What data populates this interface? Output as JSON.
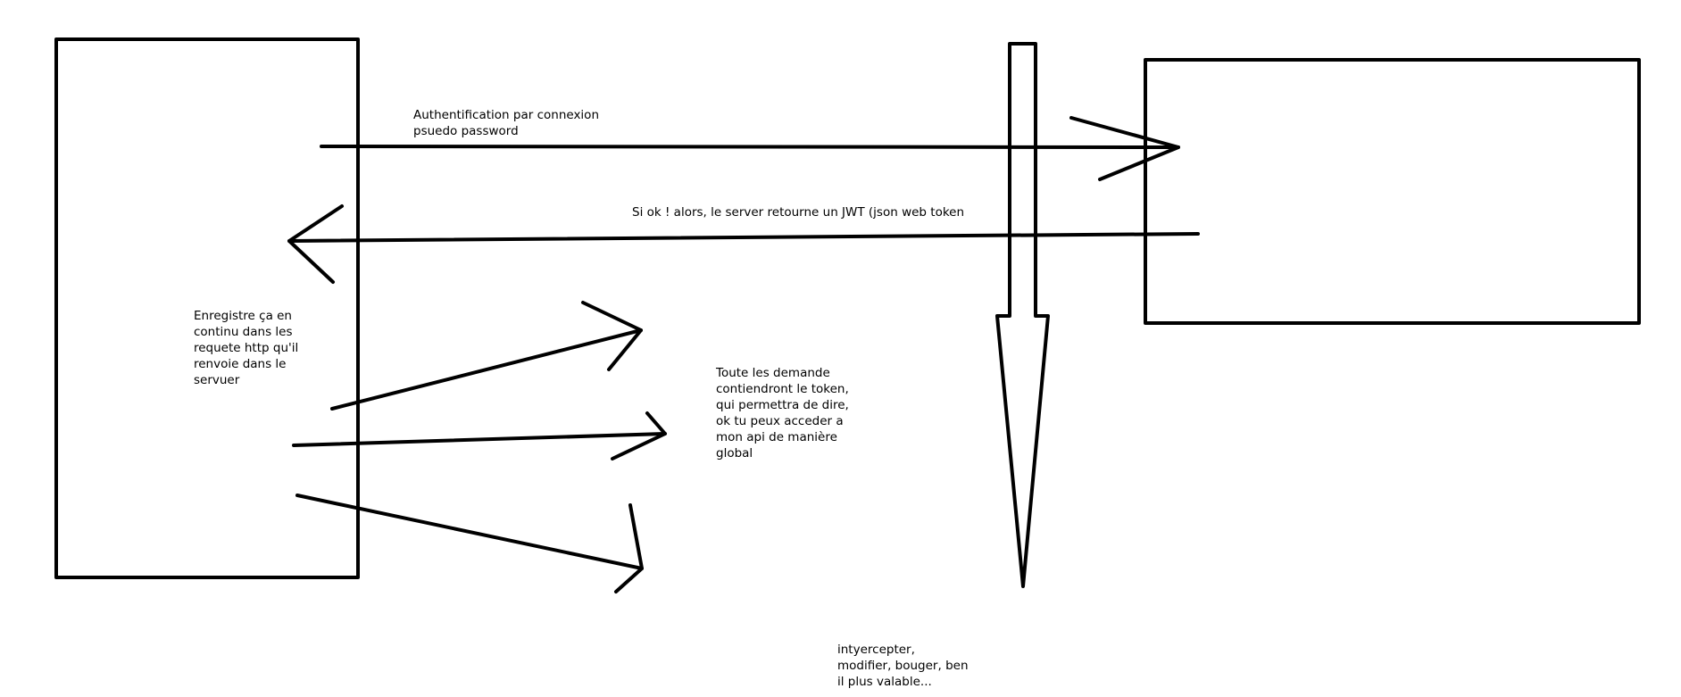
{
  "colors": {
    "ink": "#000000",
    "background": "#ffffff"
  },
  "labels": {
    "auth": "Authentification par connexion\npsuedo password",
    "server_reply": "Si ok ! alors, le server retourne un JWT (json web token",
    "client_storage": "Enregistre ça en\ncontinu dans les\nrequete http qu'il\nrenvoie dans le\nservuer",
    "requests": "Toute les demande\ncontiendront le token,\nqui permettra de dire,\nok tu peux acceder a\nmon api de manière\nglobal",
    "intercept": "intyercepter,\nmodifier, bouger, ben\nil plus valable..."
  }
}
